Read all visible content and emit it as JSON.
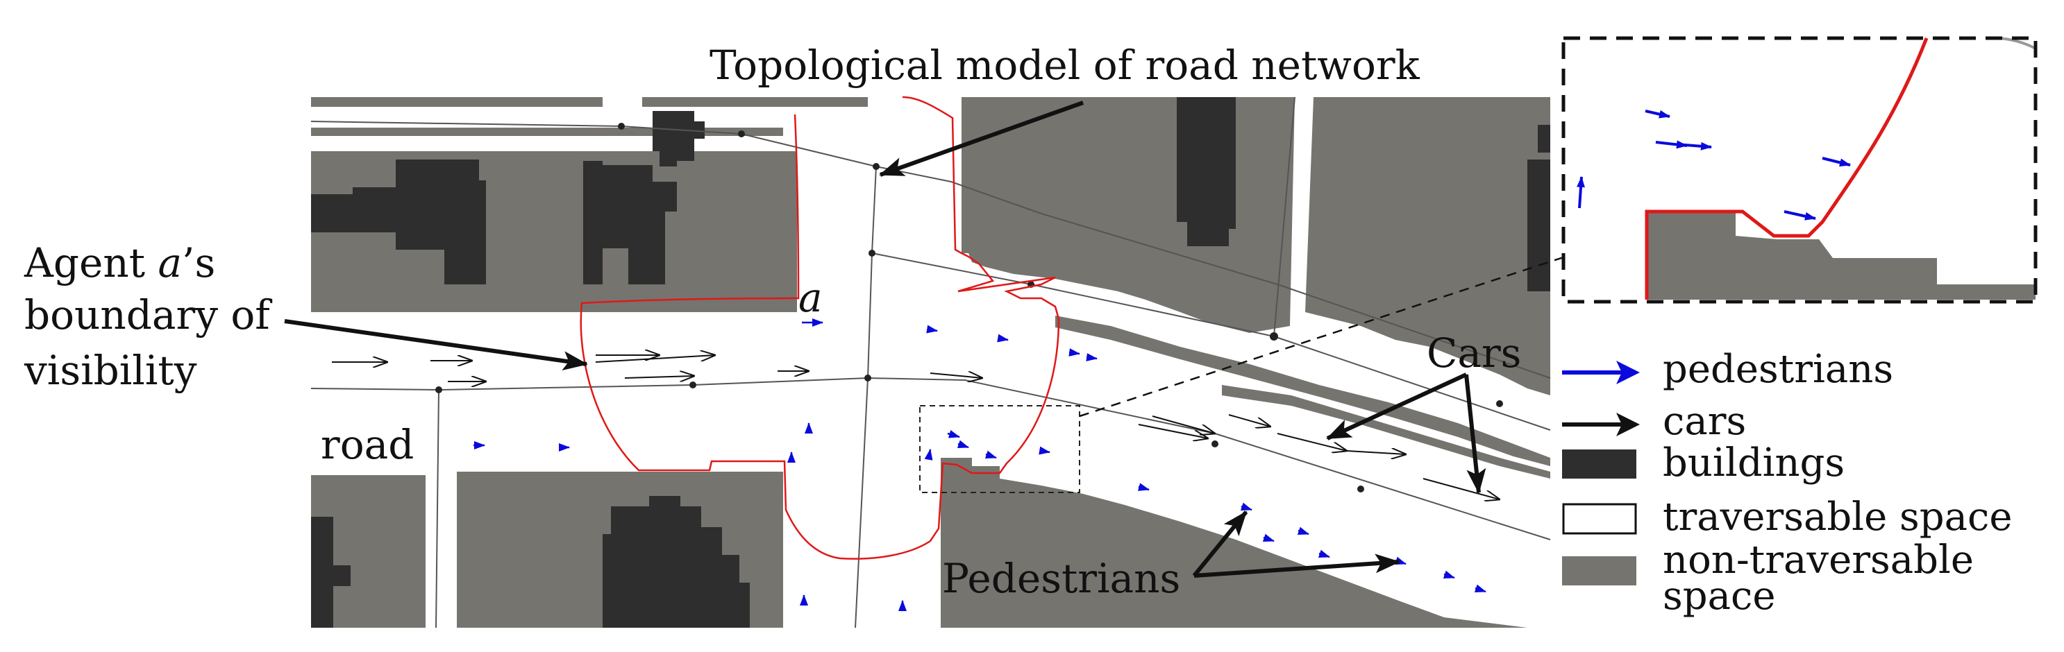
{
  "colors": {
    "building": "#2e2e2e",
    "nontraversable": "#76746f",
    "traversable": "#ffffff",
    "boundary": "#e01818",
    "pedestrian": "#0a0adc",
    "car": "#111111",
    "road_line": "#555555"
  },
  "annotations": {
    "topological_model": "Topological model of road network",
    "agent_line1_prefix": "Agent ",
    "agent_line1_var": "a",
    "agent_line1_suffix": "’s",
    "agent_line2": "boundary of",
    "agent_line3": "visibility",
    "agent_marker": "a",
    "road": "road",
    "cars": "Cars",
    "pedestrians": "Pedestrians"
  },
  "legend": [
    {
      "label": "pedestrians",
      "swatch": "pedestrian-arrow"
    },
    {
      "label": "cars",
      "swatch": "car-arrow"
    },
    {
      "label": "buildings",
      "swatch": "building-box"
    },
    {
      "label": "traversable space",
      "swatch": "traversable-box"
    },
    {
      "label": "non-traversable",
      "label2": "space",
      "swatch": "nontraversable-box"
    }
  ]
}
